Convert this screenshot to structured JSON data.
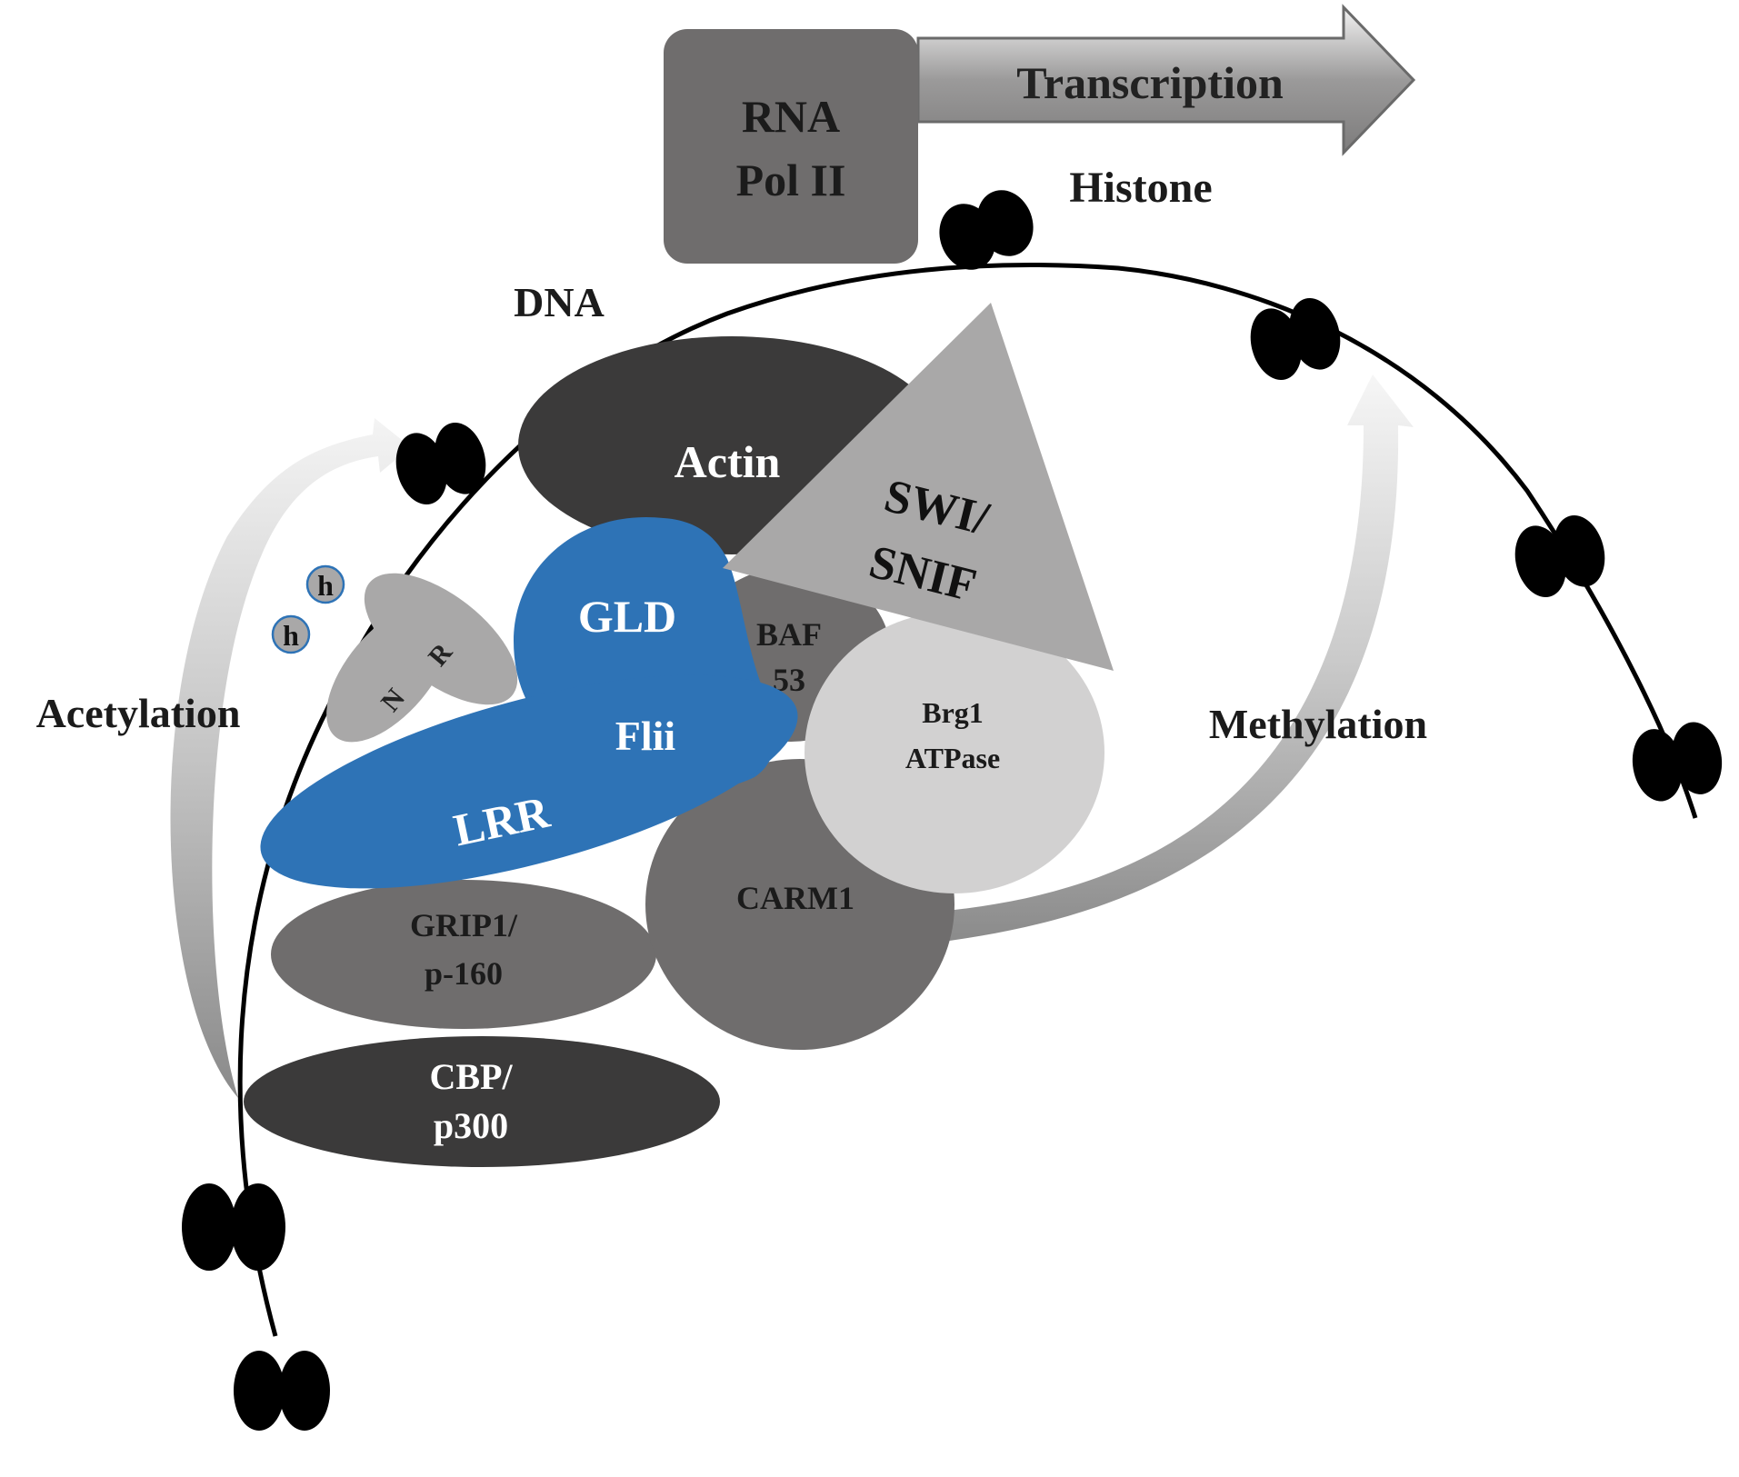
{
  "labels": {
    "rna_pol": [
      "RNA",
      "Pol II"
    ],
    "transcription": "Transcription",
    "histone": "Histone",
    "dna": "DNA",
    "actin": "Actin",
    "swi_snif": [
      "SWI/",
      "SNIF"
    ],
    "gld": "GLD",
    "flii": "Flii",
    "lrr": "LRR",
    "baf53": [
      "BAF",
      "53"
    ],
    "brg1": [
      "Brg1",
      "ATPase"
    ],
    "nr_n": "N",
    "nr_r": "R",
    "h_marker": "h",
    "acetylation": "Acetylation",
    "methylation": "Methylation",
    "carm1": "CARM1",
    "grip1": [
      "GRIP1/",
      "p-160"
    ],
    "cbp": [
      "CBP/",
      "p300"
    ]
  },
  "colors": {
    "dark": "#3b3a3a",
    "medium": "#6f6d6d",
    "light": "#a9a8a8",
    "lighter": "#d2d1d1",
    "blue": "#2e73b6",
    "black": "#000000",
    "white": "#ffffff"
  }
}
